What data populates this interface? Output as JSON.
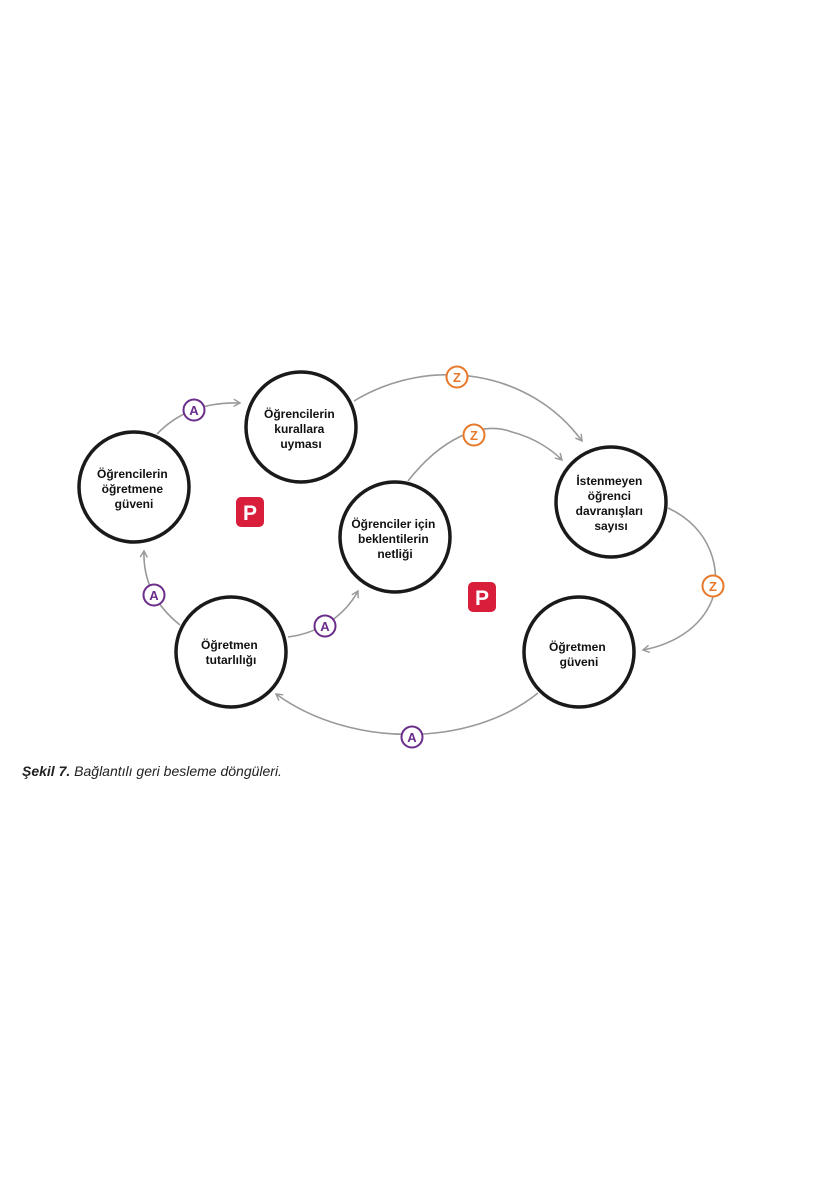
{
  "colors": {
    "node_stroke": "#1a1a1a",
    "arrow": "#999999",
    "badge_a": "#6b2d8a",
    "badge_z": "#e8782a",
    "badge_p": "#d81e3a"
  },
  "nodes": [
    {
      "id": "n1",
      "lines": [
        "Öğrencilerin",
        "öğretmene",
        "güveni"
      ]
    },
    {
      "id": "n2",
      "lines": [
        "Öğrencilerin",
        "kurallara",
        "uyması"
      ]
    },
    {
      "id": "n3",
      "lines": [
        "Öğrenciler için",
        "beklentilerin",
        "netliği"
      ]
    },
    {
      "id": "n4",
      "lines": [
        "İstenmeyen",
        "öğrenci",
        "davranışları",
        "sayısı"
      ]
    },
    {
      "id": "n5",
      "lines": [
        "Öğretmen",
        "tutarlılığı"
      ]
    },
    {
      "id": "n6",
      "lines": [
        "Öğretmen",
        "güveni"
      ]
    }
  ],
  "badges": {
    "a": "A",
    "z": "Z",
    "p": "P"
  },
  "caption": {
    "label": "Şekil 7.",
    "text": "Bağlantılı geri besleme döngüleri."
  }
}
